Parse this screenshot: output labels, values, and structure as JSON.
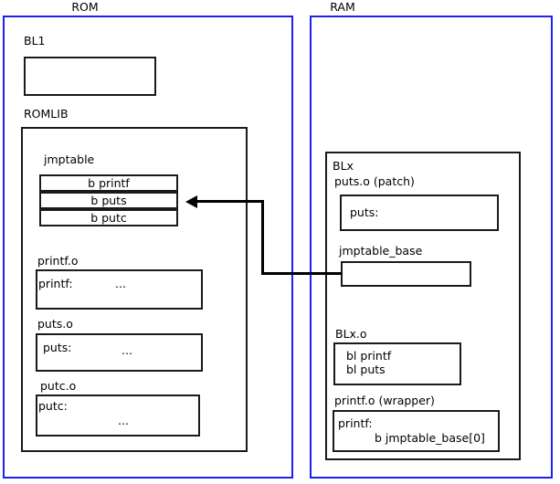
{
  "diagram": {
    "title": "ROMLIB jump table patching diagram",
    "colors": {
      "region_border": "#2020ee",
      "box_border": "#1a1a1a",
      "connector": "#000000",
      "background": "#ffffff"
    },
    "regions": [
      {
        "id": "rom",
        "label": "ROM"
      },
      {
        "id": "ram",
        "label": "RAM"
      }
    ],
    "rom": {
      "bl1": {
        "label": "BL1",
        "body": ""
      },
      "romlib": {
        "label": "ROMLIB",
        "jmptable": {
          "label": "jmptable",
          "entries": [
            {
              "label": "b printf"
            },
            {
              "label": "b puts"
            },
            {
              "label": "b putc"
            }
          ]
        },
        "objects": [
          {
            "label": "printf.o",
            "symbol": "printf:",
            "body": "..."
          },
          {
            "label": "puts.o",
            "symbol": "puts:",
            "body": "..."
          },
          {
            "label": "putc.o",
            "symbol": "putc:",
            "body": "..."
          }
        ]
      }
    },
    "ram": {
      "blx": {
        "label": "BLx",
        "puts_patch": {
          "label": "puts.o (patch)",
          "symbol": "puts:"
        },
        "jmptable_base": {
          "label": "jmptable_base",
          "body": ""
        },
        "blx_o": {
          "label": "BLx.o",
          "line1": "bl printf",
          "line2": "bl puts"
        },
        "printf_wrapper": {
          "label": "printf.o (wrapper)",
          "symbol": "printf:",
          "branch": "b jmptable_base[0]"
        }
      }
    },
    "connector": {
      "name": "jmptable-base-to-b-puts-arrow",
      "from": "jmptable_base",
      "to": "b puts"
    }
  }
}
